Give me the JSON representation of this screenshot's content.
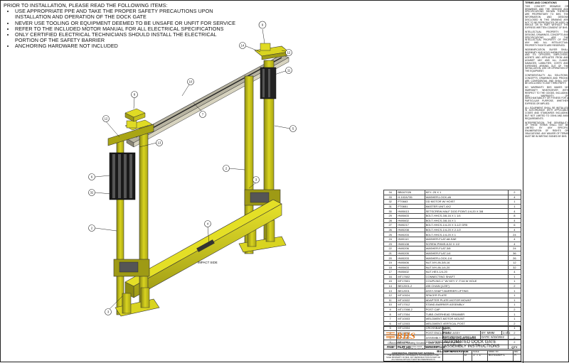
{
  "notes": {
    "heading": "PRIOR TO INSTALLATION, PLEASE READ THE FOLLOWING ITEMS:",
    "items": [
      "USE APPROPRIATE PPE AND TAKE THE PROPER SAFETY PRECAUTIONS UPON INSTALLATION AND OPERATION OF THE DOCK GATE",
      "NEVER USE TOOLING OR EQUIPMENT DEEMED TO BE UNSAFE OR UNFIT FOR SERVICE",
      "REFER TO THE INCLUDED MOTOR MANUAL FOR ALL ELECTRICAL SPECIFICATIONS",
      "ONLY CERTIFIED ELECTRICAL TECHNICIANS SHOULD INSTALL THE ELECTRICAL PORTION OF THE SAFETY BARRIER",
      "ANCHORING HARDWARE NOT INCLUDED"
    ]
  },
  "drawing": {
    "impact_label": "IMPACT SIDE",
    "balloons": [
      "1",
      "2",
      "3",
      "4",
      "5",
      "6",
      "7",
      "8",
      "9",
      "10",
      "11",
      "12",
      "13",
      "14",
      "32",
      "2",
      "5",
      "4"
    ]
  },
  "bom": {
    "title": "BILL OF MATERIALS",
    "header": {
      "item": "ITEM",
      "part": "PART NO.",
      "desc": "DESCRIPTION",
      "qty": "QTY"
    },
    "rows": [
      {
        "item": "34",
        "part": "BB167026",
        "desc": "KEY-.25 X 1",
        "qty": "2"
      },
      {
        "item": "33",
        "part": "H-102A735",
        "desc": "WASHER-LOCK-#6",
        "qty": "4"
      },
      {
        "item": "32",
        "part": "PT0663",
        "desc": "GD MOTOR W/ HOIST",
        "qty": "1"
      },
      {
        "item": "31",
        "part": "PT0651",
        "desc": "MASTER UNIT-4X2",
        "qty": "1"
      },
      {
        "item": "30",
        "part": "HW0613",
        "desc": "SETSCREW-HALF DOG POINT-1/4-20 X 3/8",
        "qty": "4"
      },
      {
        "item": "29",
        "part": "HW0603",
        "desc": "BOLT-HHCS-3/8-16 X 1 1/4",
        "qty": "8"
      },
      {
        "item": "28",
        "part": "HW0602",
        "desc": "BOLT-HHCS-3/8-16 X 1",
        "qty": "4"
      },
      {
        "item": "27",
        "part": "HW0217",
        "desc": "BOLT-HHCS-1/4-20 X 3-1/2 GR5",
        "qty": "6"
      },
      {
        "item": "26",
        "part": "HW0208",
        "desc": "BOLT-HHCS-1/4-20 X 2-1/2",
        "qty": "4"
      },
      {
        "item": "25",
        "part": "HW0203",
        "desc": "BOLT-HHCS-1/4-20 X 1",
        "qty": "24"
      },
      {
        "item": "24",
        "part": "HW0110",
        "desc": "WASHER-FLAT-#8-SAE",
        "qty": "4"
      },
      {
        "item": "23",
        "part": "HW0108",
        "desc": "SCREW-PHMS-8-32 X 1/2",
        "qty": "4"
      },
      {
        "item": "22",
        "part": "HW0206",
        "desc": "WASHER-FLAT-3/8",
        "qty": "24"
      },
      {
        "item": "21",
        "part": "HW0205",
        "desc": "WASHER-FLAT-1/4",
        "qty": "36"
      },
      {
        "item": "20",
        "part": "HW0203",
        "desc": "WASHER-LOCK-1/4",
        "qty": "26"
      },
      {
        "item": "19",
        "part": "HW0606",
        "desc": "NUT-NYLIN-3/8-16",
        "qty": "12"
      },
      {
        "item": "18",
        "part": "HW0603",
        "desc": "NUT-NYLIN-1/4-20",
        "qty": "32"
      },
      {
        "item": "17",
        "part": "HW0602",
        "desc": "NUT-HEX-1/4-20",
        "qty": "4"
      },
      {
        "item": "16",
        "part": "MT17602",
        "desc": "CONNECTING SHAFT",
        "qty": "1"
      },
      {
        "item": "15",
        "part": "MT17601",
        "desc": "COUPLING-1\" W/ KEY 1\"-T/16 W HOLE",
        "qty": "1"
      },
      {
        "item": "14",
        "part": "BE12001-2",
        "desc": "#35 CHAIN (1/25\")",
        "qty": "2"
      },
      {
        "item": "13",
        "part": "BE12001",
        "desc": "ASSY-SHAFT-BARRIER LIFTING",
        "qty": "1"
      },
      {
        "item": "12",
        "part": "MT10024",
        "desc": "SPACER PLATE",
        "qty": "1"
      },
      {
        "item": "11",
        "part": "MT10022",
        "desc": "ADAPTER PLATE-MOTOR MOUNT",
        "qty": "1"
      },
      {
        "item": "10",
        "part": "MT17012",
        "desc": "STAND-BARRIER ASSEMBLY",
        "qty": "1"
      },
      {
        "item": "9",
        "part": "MT17008-2",
        "desc": "POST CAP",
        "qty": "2"
      },
      {
        "item": "8",
        "part": "MT17004",
        "desc": "TUBE-OVERHEAD SPANNER",
        "qty": "1"
      },
      {
        "item": "7",
        "part": "MT10003",
        "desc": "WELDMENT-MOTOR MOUNT",
        "qty": "1"
      },
      {
        "item": "6",
        "part": "MT12003",
        "desc": "WELDMENT-VERTICAL POST",
        "qty": "2"
      },
      {
        "item": "5",
        "part": "MT12004",
        "desc": "CROSSBAR ASSY",
        "qty": "1"
      },
      {
        "item": "4",
        "part": "MT12003",
        "desc": "POST ENCLOSURE ASSY",
        "qty": "2"
      },
      {
        "item": "3",
        "part": "MT12002",
        "desc": "ASSEMBLY-VERTICAL CHAIN GUARD",
        "qty": "2"
      },
      {
        "item": "2",
        "part": "MT12001",
        "desc": "COUNTERBALANCE ASSY",
        "qty": "2"
      }
    ]
  },
  "titleblock": {
    "logo": "BHS",
    "tagline": "Custom Material Handling Solutions · Since 1981",
    "address": "P.O. BOX 6464 · TEL 1-800-XXX-XXXX · 6464 BHS DRIVE · SHELBYVILLE, KY USA",
    "confidential_title": "CONFIDENTIAL PROPRIETARY MATERIAL",
    "confidential_text": "THE INFORMATION CONTAINED IN THIS DRAWING IS THE SOLE PROPERTY OF BHS. ANY REPRODUCTION IN PART OR AS A WHOLE WITHOUT WRITTEN PERMISSION IS PROHIBITED.",
    "mat_label": "MAT'L",
    "mat_value": "",
    "fin_label": "FIN'L",
    "fin_value": "",
    "by_label": "BY:",
    "by_value": "MMM",
    "sheet_label": "SHEET",
    "sheet_value": "1 of 1",
    "weight": "EST WEIGHT: 1252 LBS",
    "date_label": "DATE:",
    "date_value": "6/23/2022",
    "title_line1": "AUTOMATED DOCK GATE",
    "title_line2": "ASSEMBLY INSTRUCTIONS",
    "approved_label": "APPROVED BY:",
    "size_label": "SIZE",
    "size_value": "D",
    "scale_label": "SCALE",
    "scale_value": "1\" = 1'",
    "dwg_label": "DRWG. NO.",
    "dwg_value": "6070100A-1",
    "rev_label": "REV",
    "rev_value": "A"
  },
  "terms": {
    "title": "TERMS AND CONDITIONS",
    "paragraphs": [
      "THIS CONCEPT DRAWING OR DRAWINGS AND THE DESIGNS AND SPECIFICATIONS SHOWN THEREON ARE PROPRIETARY TO BHS. THE INFORMATION AND DESIGNS DISCLOSED IN THIS DRAWING ARE NOT TO BE REPRODUCED OR USED IN WHOLE OR IN PART WITHOUT THE EXPRESS WRITTEN CONSENT OF BHS.",
      "INTELLECTUAL PROPERTY. THE DESIGNS, DRAWINGS, CONCEPTS AND SPECIFICATIONS ARE THE INTELLECTUAL PROPERTY OF BHS. ANY AND ALL INTELLECTUAL PROPERTY RIGHTS ARE RESERVED.",
      "INDEMNIFICATION. BUYER SHALL INDEMNIFY AND HOLD HARMLESS BHS AND ITS OFFICERS, EMPLOYEES, AGENTS AND AFFILIATES FROM AND AGAINST ANY AND ALL CLAIMS, DAMAGES, LIABILITIES, COSTS AND EXPENSES ARISING OUT OF THE INSTALLATION, USE OR OPERATION OF THE EQUIPMENT.",
      "CONFIDENTIALITY. ALL SOLUTIONS, CONCEPTS, DRAWINGS AND PRICING ARE CONFIDENTIAL AND SHALL NOT BE DISCLOSED TO ANY THIRD PARTY.",
      "NO WARRANTY. BHS MAKES NO WARRANTY WHATSOEVER WITH RESPECT TO THE GOODS, INCLUDING ANY WARRANTY OF MERCHANTABILITY OR FITNESS FOR A PARTICULAR PURPOSE, WHETHER EXPRESS OR IMPLIED.",
      "ALL EQUIPMENT SHALL BE INSTALLED IN ACCORDANCE WITH APPLICABLE CODES AND STANDARDS INCLUDING BUT NOT LIMITED TO OSHA AND ANSI REQUIREMENTS.",
      "INTERPRETATION. THE GENERALITY OF THESE TERMS SHALL NOT BE LIMITED BY ANY SPECIFIC ENUMERATION OF RIGHTS OR OBLIGATIONS. ANY WAIVER OF TERMS MUST BE IN WRITING SIGNED BY BHS."
    ]
  }
}
